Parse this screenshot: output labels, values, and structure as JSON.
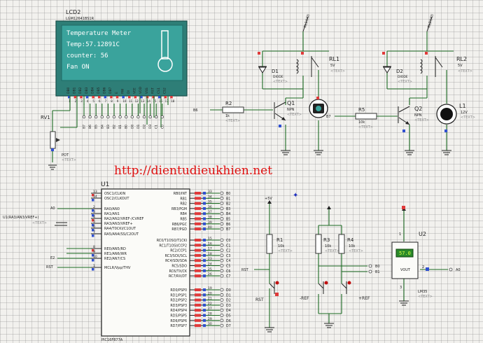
{
  "lcd": {
    "ref": "LCD2",
    "model": "LGM12641BS1R",
    "lines": [
      "Temperature Meter",
      "Temp:57.12891C",
      "counter: 56",
      "Fan ON"
    ],
    "pins": [
      "DB0",
      "DB1",
      "DB2",
      "DB3",
      "DB4",
      "DB5",
      "DB6",
      "DB7",
      "E",
      "RW",
      "DI",
      "VEE",
      "VDD",
      "VSS",
      "RST",
      "CS1",
      "CS2"
    ],
    "pin_numbers": [
      "1",
      "2",
      "3",
      "4",
      "5",
      "6",
      "7",
      "8",
      "9",
      "10",
      "11",
      "12",
      "13",
      "14",
      "15",
      "16",
      "17",
      "18"
    ],
    "net_labels": [
      "B7",
      "B6",
      "B5",
      "B4",
      "B3",
      "B2",
      "B1",
      "B0",
      "D0",
      "D1",
      "D2",
      "D3",
      "C1",
      "C0"
    ]
  },
  "pot": {
    "ref": "RV1",
    "name": "POT",
    "text": "<TEXT>"
  },
  "website": "http://dientudieukhien.net",
  "relay1": {
    "ref": "RL1",
    "value": "5V",
    "text": "<TEXT>",
    "net": "RL1(V0)"
  },
  "relay2": {
    "ref": "RL2",
    "value": "5V",
    "text": "<TEXT>",
    "net": "RL2(V0)"
  },
  "diode1": {
    "ref": "D1",
    "type": "DIODE",
    "text": "<TEXT>"
  },
  "diode2": {
    "ref": "D2",
    "type": "DIODE",
    "text": "<TEXT>"
  },
  "r2": {
    "ref": "R2",
    "value": "1k",
    "text": "<TEXT>",
    "net": "B6"
  },
  "r5": {
    "ref": "R5",
    "value": "10k",
    "text": "<TEXT>",
    "net": "B7"
  },
  "q1": {
    "ref": "Q1",
    "type": "NPN",
    "text": "<TEXT>"
  },
  "q2": {
    "ref": "Q2",
    "type": "NPN",
    "text": "<TEXT>"
  },
  "lamp": {
    "ref": "L1",
    "value": "12V",
    "text": "<TEXT>"
  },
  "mcu": {
    "ref": "U1",
    "part": "PIC16F877A",
    "left_pins": [
      {
        "num": "13",
        "name": "OSC1/CLKIN"
      },
      {
        "num": "14",
        "name": "OSC2/CLKOUT"
      },
      {
        "num": "2",
        "name": "RA0/AN0"
      },
      {
        "num": "3",
        "name": "RA1/AN1"
      },
      {
        "num": "4",
        "name": "RA2/AN2/VREF-/CVREF"
      },
      {
        "num": "5",
        "name": "RA3/AN3/VREF+"
      },
      {
        "num": "6",
        "name": "RA4/T0CKI/C1OUT"
      },
      {
        "num": "7",
        "name": "RA5/AN4/SS/C2OUT"
      },
      {
        "num": "8",
        "name": "RE0/AN5/RD"
      },
      {
        "num": "9",
        "name": "RE1/AN6/WR"
      },
      {
        "num": "10",
        "name": "RE2/AN7/CS"
      },
      {
        "num": "1",
        "name": "MCLR/Vpp/THV"
      }
    ],
    "right_pins": [
      {
        "num": "33",
        "name": "RB0/INT"
      },
      {
        "num": "34",
        "name": "RB1"
      },
      {
        "num": "35",
        "name": "RB2"
      },
      {
        "num": "36",
        "name": "RB3/PGM"
      },
      {
        "num": "37",
        "name": "RB4"
      },
      {
        "num": "38",
        "name": "RB5"
      },
      {
        "num": "39",
        "name": "RB6/PGC"
      },
      {
        "num": "40",
        "name": "RB7/PGD"
      },
      {
        "num": "15",
        "name": "RC0/T1OSO/T1CKI"
      },
      {
        "num": "16",
        "name": "RC1/T1OSI/CCP2"
      },
      {
        "num": "17",
        "name": "RC2/CCP1"
      },
      {
        "num": "18",
        "name": "RC3/SCK/SCL"
      },
      {
        "num": "23",
        "name": "RC4/SDI/SDA"
      },
      {
        "num": "24",
        "name": "RC5/SDO"
      },
      {
        "num": "25",
        "name": "RC6/TX/CK"
      },
      {
        "num": "26",
        "name": "RC7/RX/DT"
      },
      {
        "num": "19",
        "name": "RD0/PSP0"
      },
      {
        "num": "20",
        "name": "RD1/PSP1"
      },
      {
        "num": "21",
        "name": "RD2/PSP2"
      },
      {
        "num": "22",
        "name": "RD3/PSP3"
      },
      {
        "num": "27",
        "name": "RD4/PSP4"
      },
      {
        "num": "28",
        "name": "RD5/PSP5"
      },
      {
        "num": "29",
        "name": "RD6/PSP6"
      },
      {
        "num": "30",
        "name": "RD7/PSP7"
      }
    ],
    "right_nets": [
      "B0",
      "B1",
      "B2",
      "B3",
      "B4",
      "B5",
      "B6",
      "B7",
      "C0",
      "C1",
      "C2",
      "C3",
      "C4",
      "C5",
      "C6",
      "C7",
      "D0",
      "D1",
      "D2",
      "D3",
      "D4",
      "D5",
      "D6",
      "D7"
    ],
    "left_nets": {
      "an0": "A0",
      "e2": "E2",
      "rst": "RST"
    }
  },
  "vref_label": "U1(RA3/AN3/VREF+)",
  "vref_text": "<TEXT>",
  "supply": "+5V",
  "r1": {
    "ref": "R1",
    "value": "10k",
    "text": "<TEXT>"
  },
  "r3": {
    "ref": "R3",
    "value": "10k",
    "text": "<TEXT>"
  },
  "r4": {
    "ref": "R4",
    "value": "10k",
    "text": "<TEXT>"
  },
  "switches": {
    "rst": "RST",
    "ref_minus": "-REF",
    "ref_plus": "+REF"
  },
  "nets_mid": {
    "rst": "RST",
    "b0": "B0",
    "b1": "B1"
  },
  "sensor": {
    "ref": "U2",
    "reading": "57.0",
    "pin_vout": "VOUT",
    "pin1": "1",
    "pin2": "2",
    "pin3": "3",
    "part": "LM35",
    "text": "<TEXT>",
    "net": "A0"
  },
  "colors": {
    "lcd_bg": "#3aa39c",
    "lcd_frame": "#2e7e77",
    "wire": "#1c6b22",
    "pin_red": "#e03a3a",
    "pin_blue": "#3050d0",
    "title_red": "#e01010"
  }
}
